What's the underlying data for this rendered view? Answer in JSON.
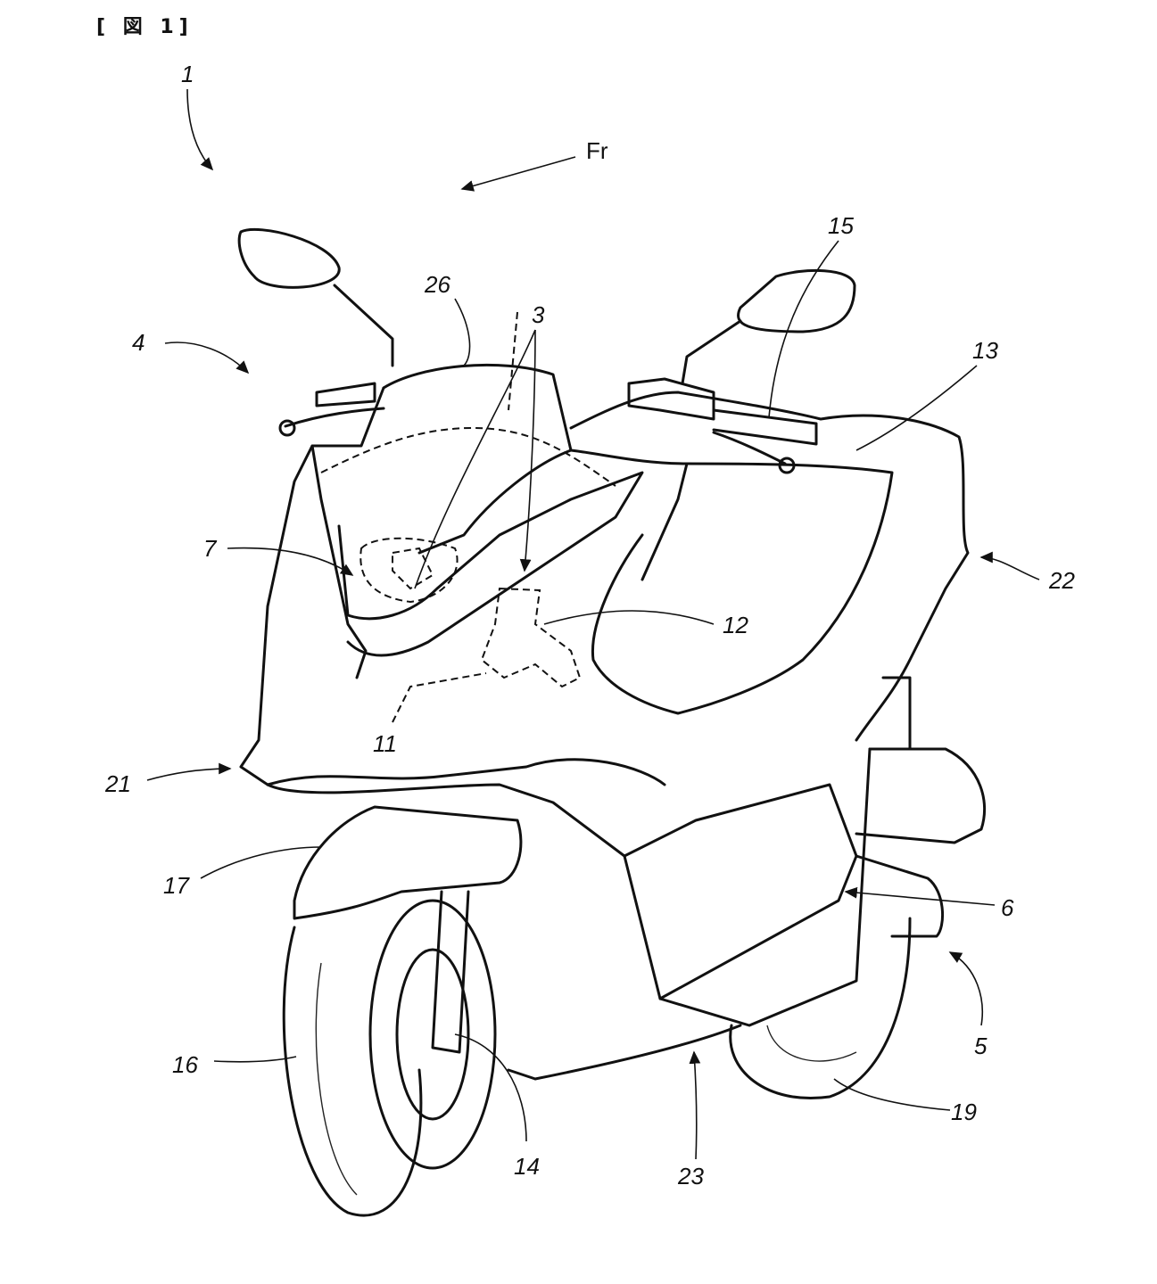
{
  "figure": {
    "header": "[ 図 1]",
    "direction_label": "Fr",
    "reference_numerals": {
      "vehicle": "1",
      "front_direction": "Fr",
      "body_front": "4",
      "windscreen": "26",
      "part_3": "3",
      "handlebar": "15",
      "part_13": "13",
      "part_7": "7",
      "rear_side": "22",
      "part_12": "12",
      "part_11": "11",
      "front_side": "21",
      "front_fender": "17",
      "part_6": "6",
      "rear_unit": "5",
      "front_wheel": "16",
      "front_fork": "14",
      "under_cover": "23",
      "rear_wheel": "19"
    }
  }
}
